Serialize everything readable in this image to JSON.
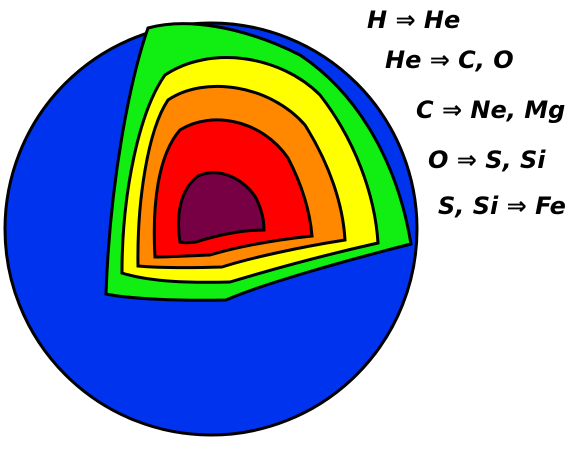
{
  "labels": {
    "h_to_he": "H ⇒ He",
    "he_to_c_o": "He ⇒ C, O",
    "c_to_ne_mg": "C ⇒ Ne, Mg",
    "o_to_s_si": "O ⇒ S, Si",
    "s_si_to_fe": "S, Si ⇒ Fe"
  },
  "colors": {
    "envelope": "#0033ee",
    "hydrogen_shell": "#11ee11",
    "helium_shell": "#ffff00",
    "carbon_shell": "#ff8800",
    "oxygen_shell": "#ff0000",
    "silicon_core": "#770044"
  }
}
